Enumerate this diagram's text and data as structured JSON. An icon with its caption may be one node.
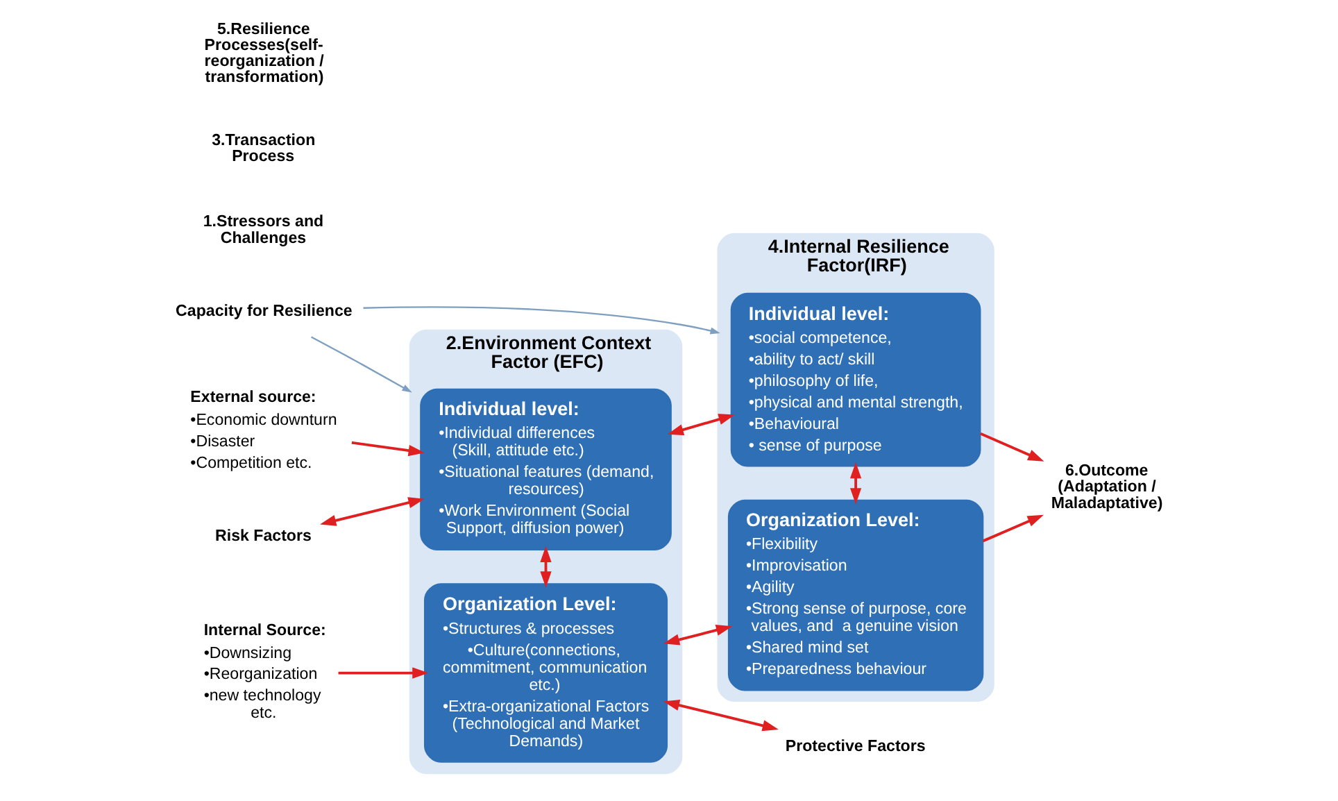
{
  "diagram": {
    "nodes": [
      {
        "text": [
          "2.Environment Context Factor (EFC)"
        ]
      },
      {
        "text": [
          "Individual level:",
          "•Individual differences (Skill, attitude etc.)",
          "•Situational features (demand, resources)",
          "•Work Environment (Social Support, diffusion power)"
        ],
        "in": 0
      },
      {
        "text": [
          "Organization Level:",
          "•Structures & processes",
          "•Culture(connections, commitment, communication etc.)",
          "•Extra-organizational Factors (Technological and Market Demands)"
        ],
        "in": 0
      },
      {
        "text": [
          "4.Internal Resilience Factor(IRF)"
        ]
      },
      {
        "text": [
          "Individual level:",
          "•social competence,",
          "•ability to act/ skill",
          "•philosophy of life,",
          "•physical and mental strength,",
          "•Behavioural",
          "• sense of purpose"
        ],
        "in": 3
      },
      {
        "text": [
          "Organization Level:",
          "•Flexibility",
          "•Improvisation",
          "•Agility",
          "•Strong sense of purpose, core values, and  a genuine vision",
          "•Shared mind set",
          "•Preparedness behaviour"
        ],
        "in": 3
      },
      {
        "text": [
          "External source:",
          "•Economic downturn",
          "•Disaster",
          "•Competition etc."
        ]
      },
      {
        "text": [
          "Internal Source:",
          "•Downsizing",
          "•Reorganization",
          "•new technology etc."
        ]
      },
      {
        "text": [
          "Risk Factors"
        ]
      },
      {
        "text": [
          "Protective Factors"
        ]
      },
      {
        "text": [
          "Capacity for Resilience"
        ]
      },
      {
        "text": [
          "6.Outcome (Adaptation / Maladaptative)"
        ]
      }
    ],
    "edges": [
      {
        "from": 10,
        "to": 0,
        "arrow": "to",
        "color": "#7f9fc0"
      },
      {
        "from": 10,
        "to": 3,
        "arrow": "to",
        "color": "#7f9fc0"
      },
      {
        "from": 8,
        "to": 1,
        "arrow": "both"
      },
      {
        "from": 6,
        "to": 1,
        "arrow": "to"
      },
      {
        "from": 1,
        "to": 4,
        "arrow": "both"
      },
      {
        "from": 1,
        "to": 2,
        "arrow": "both"
      },
      {
        "from": 4,
        "to": 5,
        "arrow": "both"
      },
      {
        "from": 7,
        "to": 2,
        "arrow": "to"
      },
      {
        "from": 2,
        "to": 5,
        "arrow": "both"
      },
      {
        "from": 2,
        "to": 9,
        "arrow": "both"
      },
      {
        "from": 4,
        "to": 11,
        "arrow": "to"
      },
      {
        "from": 5,
        "to": 11,
        "arrow": "to"
      }
    ],
    "labels": [
      "1.Stressors and Challenges",
      "3.Transaction Process",
      "5.Resilience Processes(self-reorganization / transformation)"
    ]
  }
}
